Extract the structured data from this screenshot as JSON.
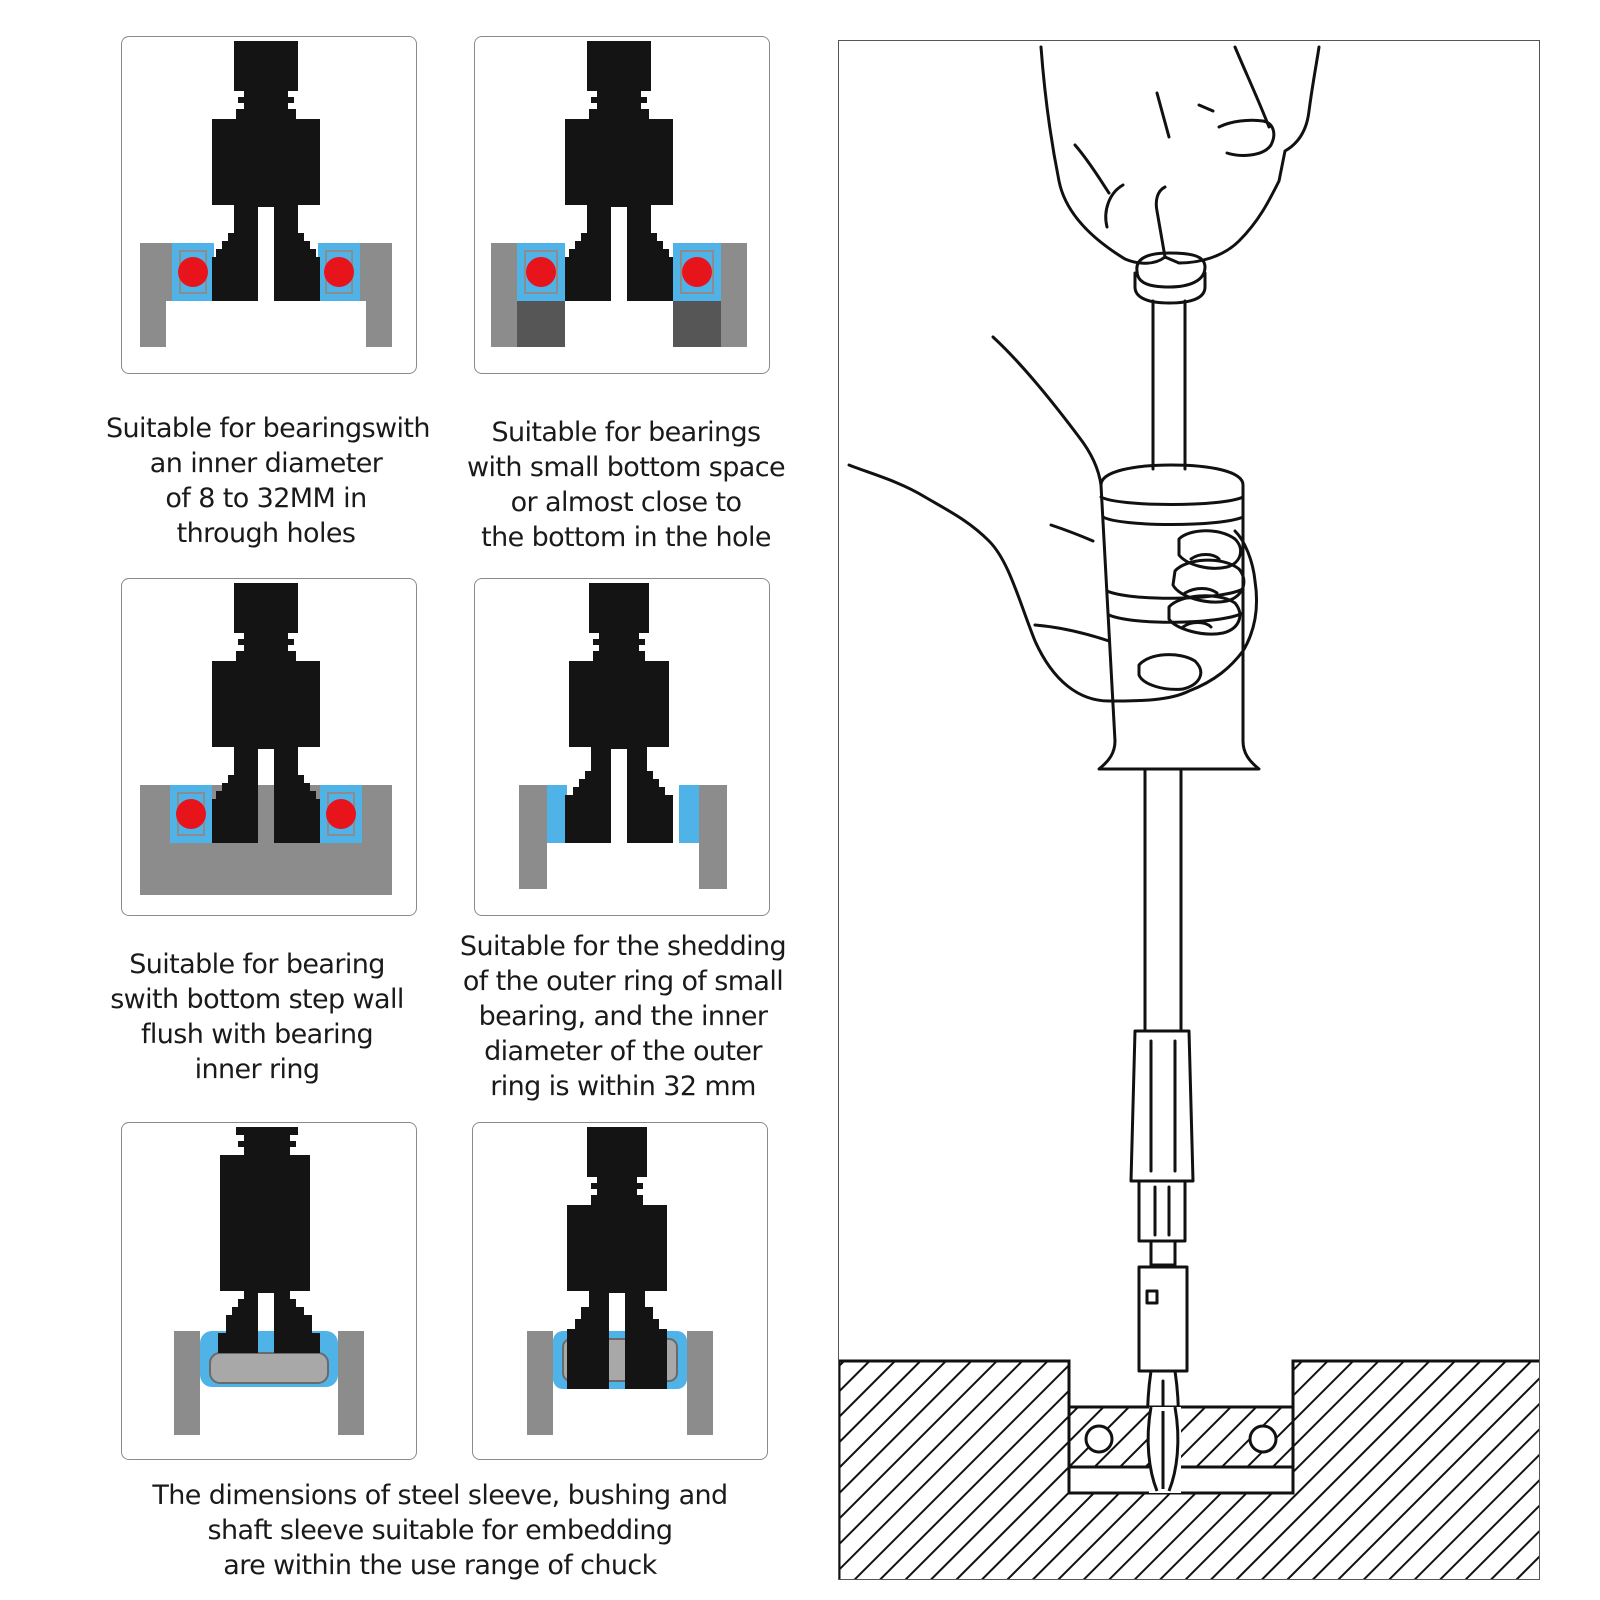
{
  "colors": {
    "tool": "#141414",
    "housing": "#8c8c8c",
    "housing_dark": "#565656",
    "bearing_race": "#4fb3e8",
    "bearing_ball": "#e8141c",
    "outline": "#111111"
  },
  "panels": [
    {
      "id": "through-hole"
    },
    {
      "id": "small-bottom-space"
    },
    {
      "id": "bottom-step-wall"
    },
    {
      "id": "outer-ring-shedding"
    },
    {
      "id": "steel-sleeve"
    },
    {
      "id": "bushing"
    }
  ],
  "captions": {
    "c1": [
      "Suitable for bearingswith",
      "an inner diameter",
      "of 8 to 32MM in",
      "through holes"
    ],
    "c2": [
      "Suitable for bearings",
      "with small bottom space",
      "or almost close to",
      "the bottom in the hole"
    ],
    "c3": [
      "Suitable for bearing",
      "swith bottom step wall",
      "flush with bearing",
      "inner ring"
    ],
    "c4": [
      "Suitable for the shedding",
      "of the outer ring of small",
      "bearing, and the inner",
      "diameter of the outer",
      "ring is within 32 mm"
    ],
    "c5": [
      "The dimensions of steel sleeve, bushing and",
      "shaft sleeve suitable for embedding",
      "are within the use range of chuck"
    ]
  },
  "icons": {
    "illustration": "slide-hammer-puller-in-hands-icon"
  }
}
